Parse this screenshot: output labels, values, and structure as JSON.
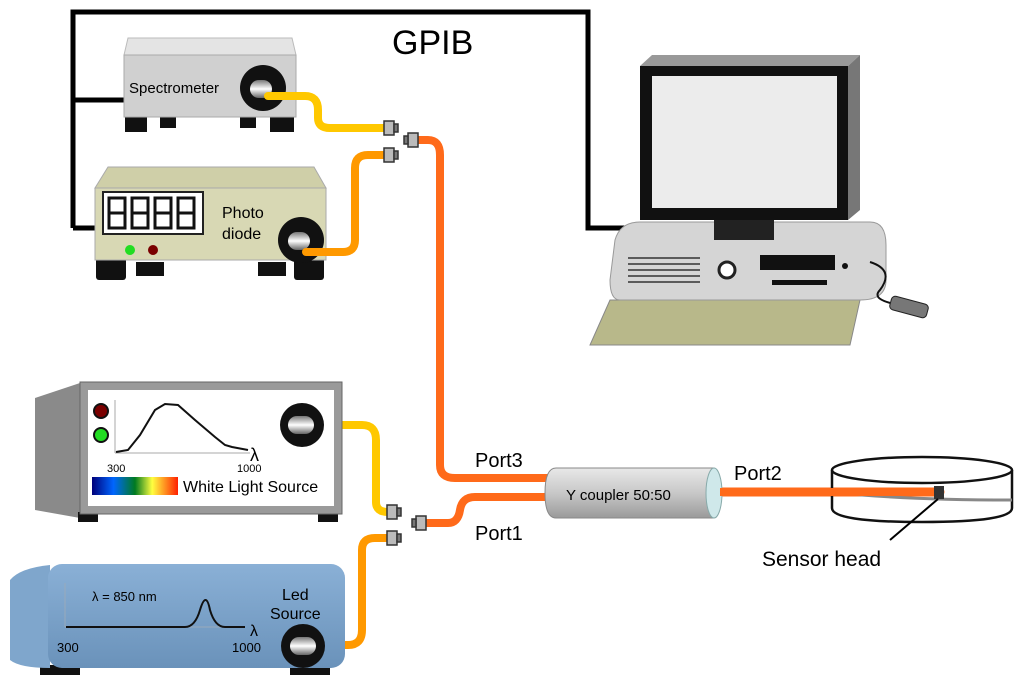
{
  "labels": {
    "bus": "GPIB",
    "spectrometer": "Spectrometer",
    "photodiode_line1": "Photo",
    "photodiode_line2": "diode",
    "white_light_source": "White Light Source",
    "wls_axis_min": "300",
    "wls_axis_max": "1000",
    "wls_axis_symbol": "λ",
    "led_line1": "Led",
    "led_line2": "Source",
    "led_wavelength": "λ = 850 nm",
    "led_axis_min": "300",
    "led_axis_max": "1000",
    "led_axis_symbol": "λ",
    "coupler": "Y coupler 50:50",
    "port1": "Port1",
    "port2": "Port2",
    "port3": "Port3",
    "sensor_head": "Sensor head"
  },
  "colors": {
    "fiber_yellow": "#ffc800",
    "fiber_orange": "#ff9900",
    "fiber_red_orange": "#ff6a1a",
    "led_source_body": "#6f98c0",
    "led_green": "#22dd22",
    "led_red": "#7a0000"
  }
}
